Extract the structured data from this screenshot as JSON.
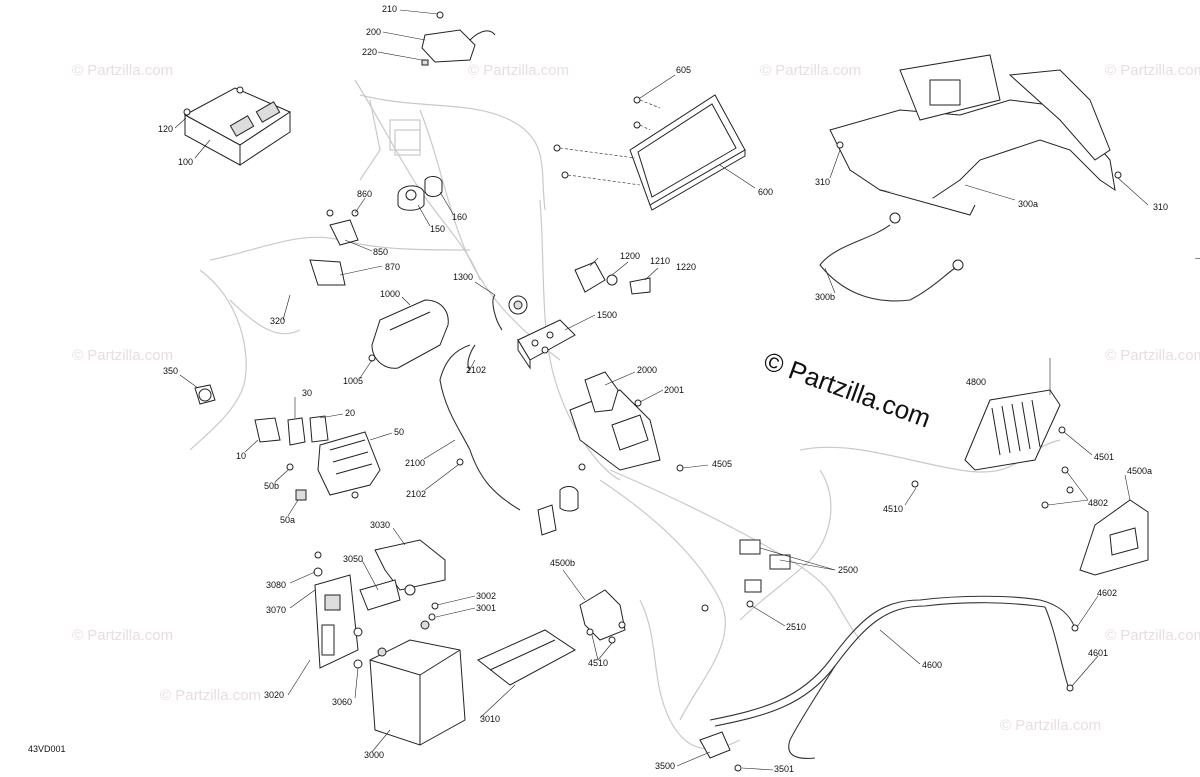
{
  "diagram": {
    "code": "43VD001",
    "brand": "© Partzilla.com",
    "watermark": "© Partzilla.com"
  },
  "parts": {
    "p210": "210",
    "p200": "200",
    "p220": "220",
    "p120": "120",
    "p100": "100",
    "p605": "605",
    "p600": "600",
    "p310a": "310",
    "p300a": "300a",
    "p310b": "310",
    "p300b": "300b",
    "p860": "860",
    "p160": "160",
    "p150": "150",
    "p850": "850",
    "p870": "870",
    "p320": "320",
    "p1000": "1000",
    "p1005": "1005",
    "p1200": "1200",
    "p1210": "1210",
    "p1220": "1220",
    "p1300": "1300",
    "p1500": "1500",
    "p350": "350",
    "p30": "30",
    "p20": "20",
    "p50": "50",
    "p10": "10",
    "p50b": "50b",
    "p50a": "50a",
    "p2102a": "2102",
    "p2100": "2100",
    "p2102b": "2102",
    "p2000": "2000",
    "p2001": "2001",
    "p4505": "4505",
    "p4800": "4800",
    "p4501": "4501",
    "p4802": "4802",
    "p4510a": "4510",
    "p4500a": "4500a",
    "p3030": "3030",
    "p3050": "3050",
    "p3080": "3080",
    "p3070": "3070",
    "p3002": "3002",
    "p3001": "3001",
    "p3020": "3020",
    "p3060": "3060",
    "p3010": "3010",
    "p3000": "3000",
    "p4500b": "4500b",
    "p4510b": "4510",
    "p2500": "2500",
    "p2510": "2510",
    "p4602": "4602",
    "p4601": "4601",
    "p4600": "4600",
    "p3500": "3500",
    "p3501": "3501"
  }
}
